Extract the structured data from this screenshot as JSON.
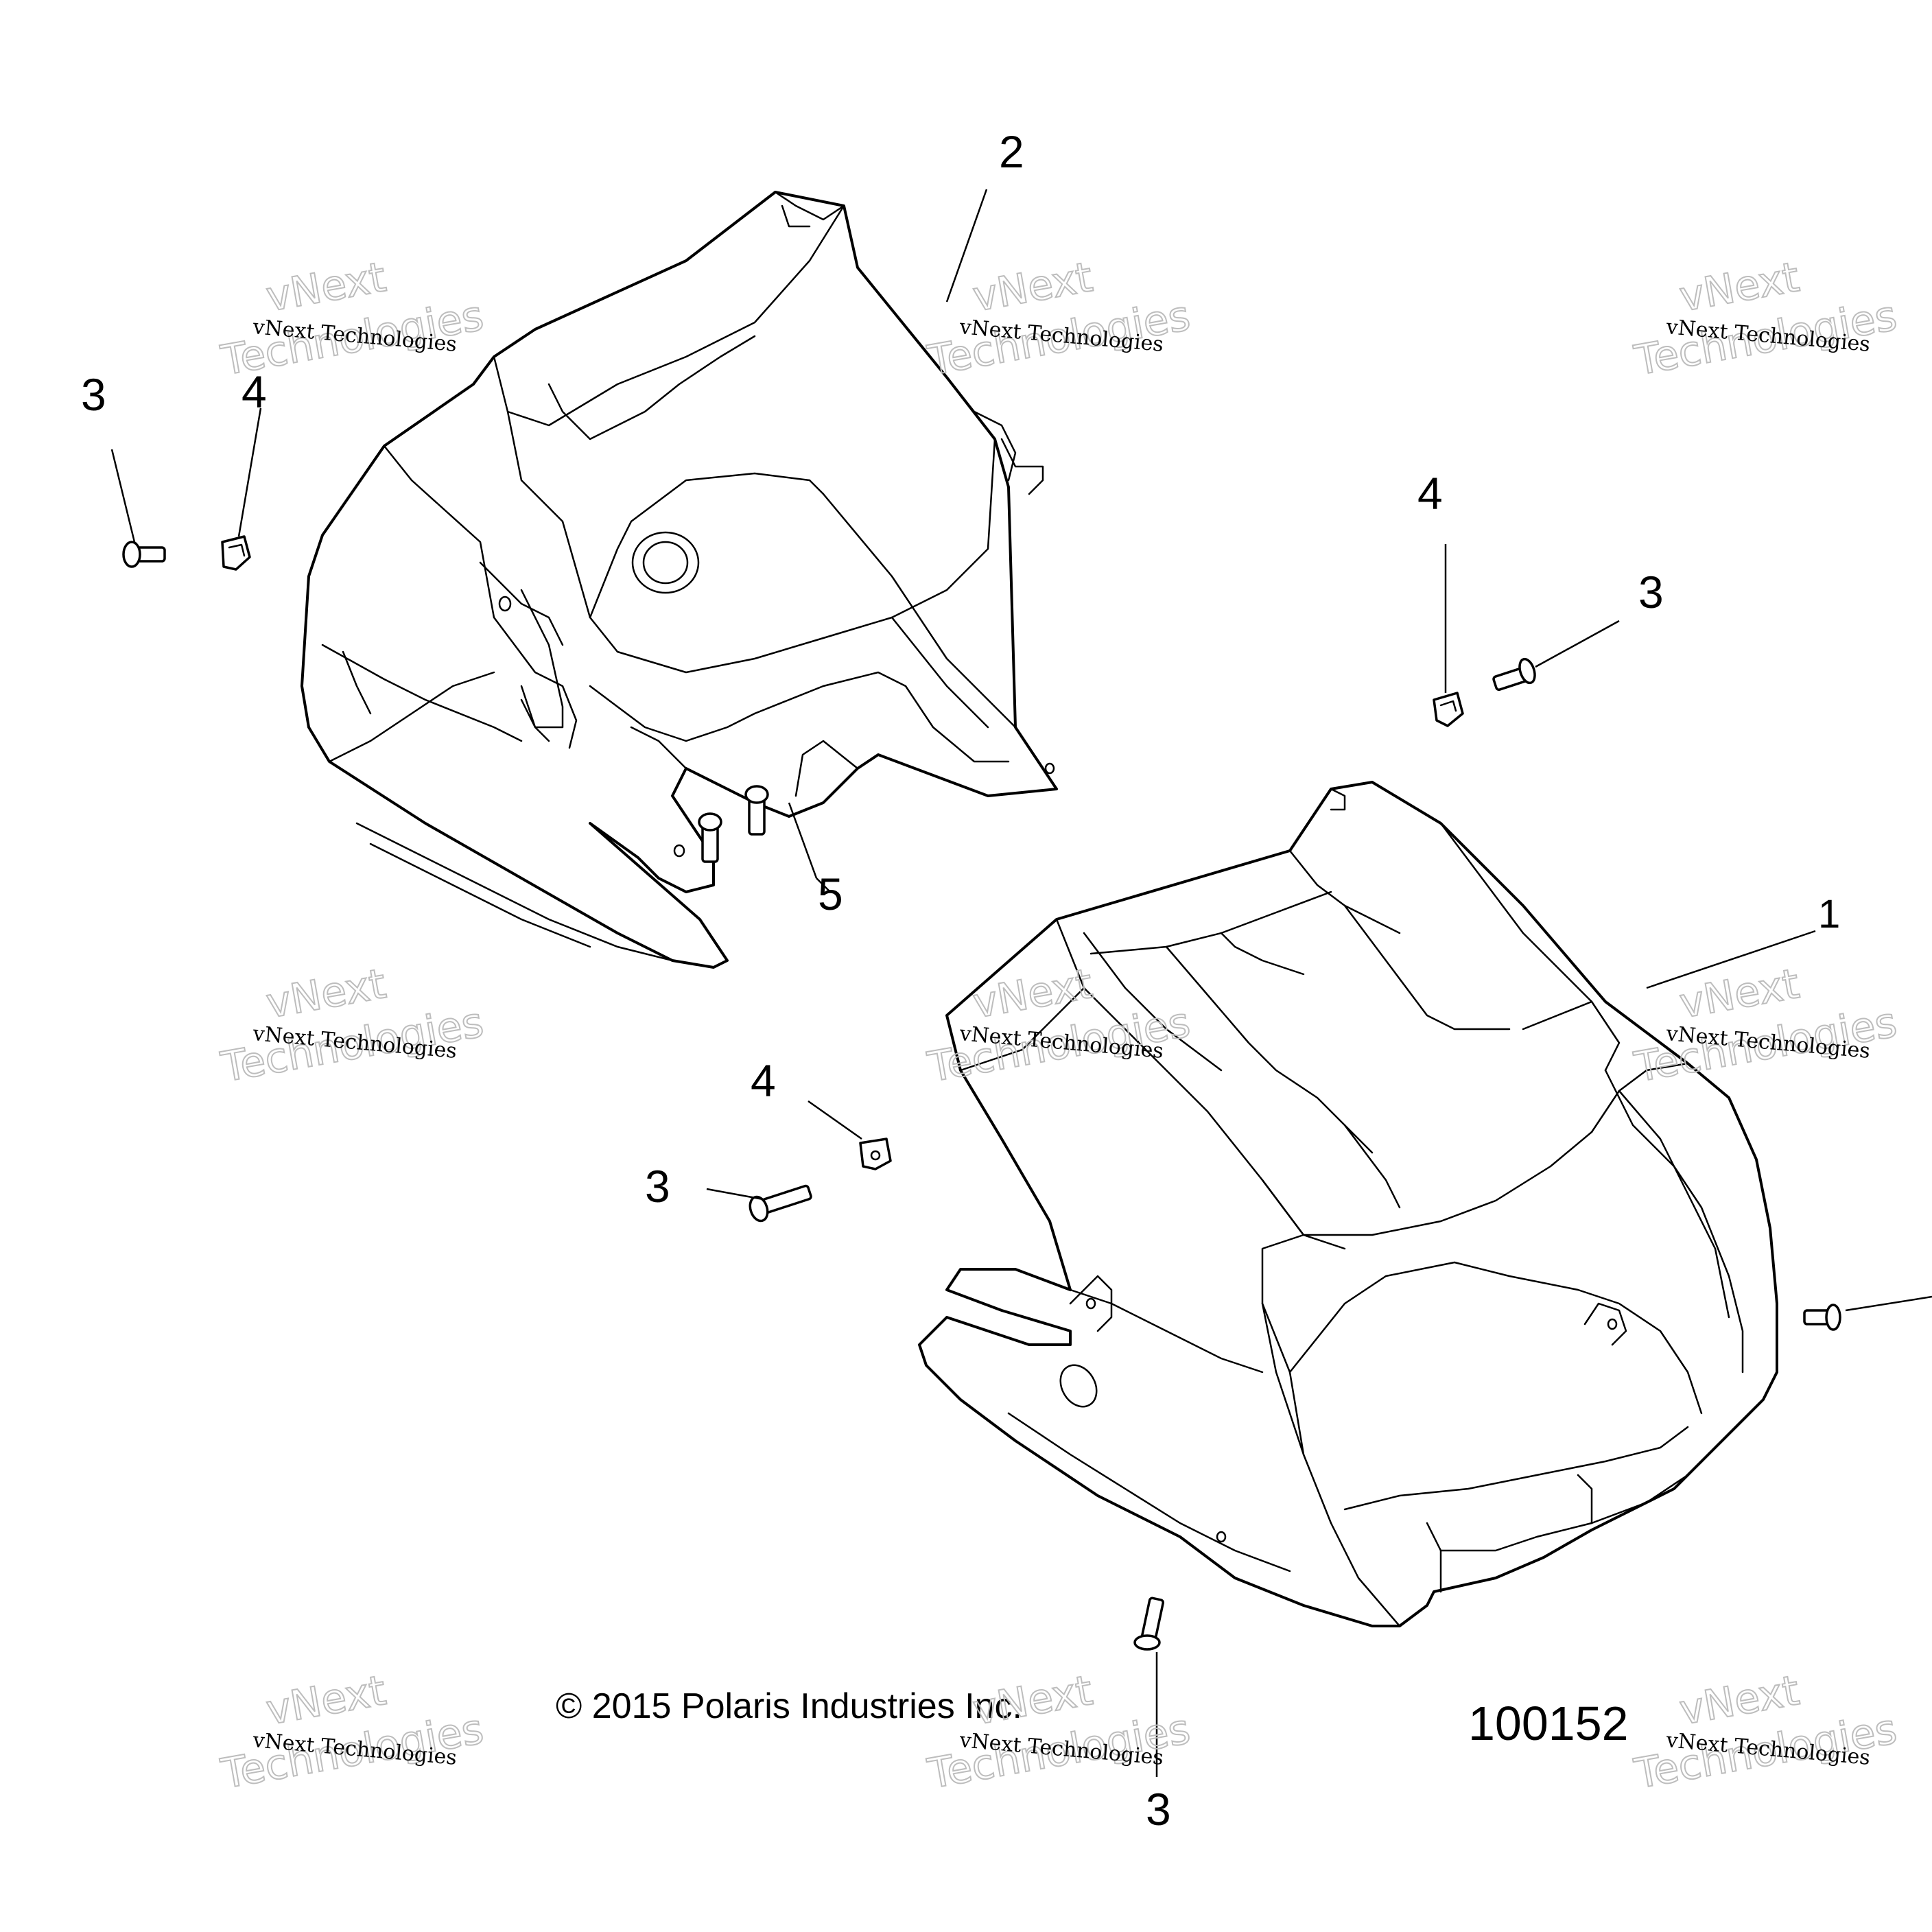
{
  "callouts": {
    "c2_top": "2",
    "c3_left": "3",
    "c4_left": "4",
    "c4_right": "4",
    "c3_right": "3",
    "c5": "5",
    "c1": "1",
    "c4_mid": "4",
    "c3_mid": "3",
    "c3_bottom": "3"
  },
  "copyright": "© 2015 Polaris Industries Inc.",
  "figure_number": "100152",
  "watermark": {
    "line1": "vNext Technologies",
    "line2": "vNext",
    "line3": "Technologies"
  }
}
